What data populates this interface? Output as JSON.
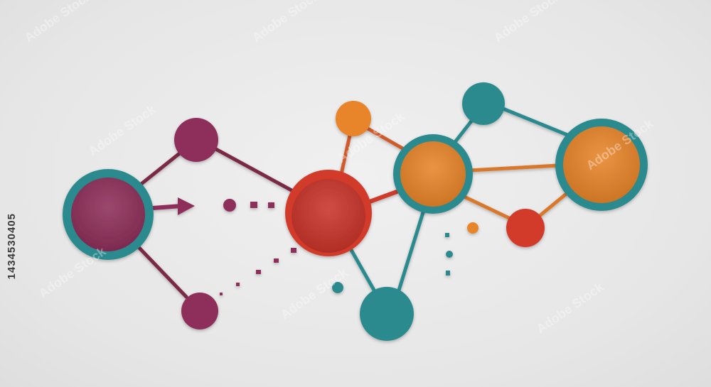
{
  "watermark": {
    "text": "Adobe Stock"
  },
  "image_id_label": "1434530405",
  "colors": {
    "background": "#e9e9e9",
    "teal": "#2c8a8e",
    "magenta": "#8e2f5a",
    "red": "#cf3a2c",
    "orange": "#e8852a",
    "line": "#7a2a44"
  },
  "illustration": {
    "subject": "network-of-connected-circles"
  }
}
